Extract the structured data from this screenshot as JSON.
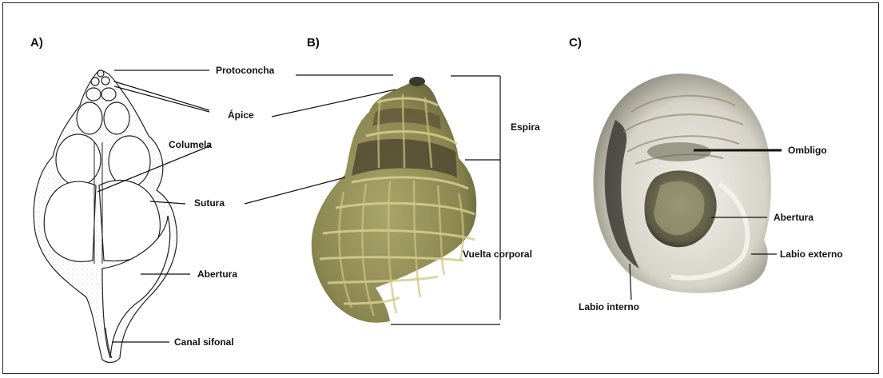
{
  "panels": {
    "a": {
      "letter": "A)",
      "labels": {
        "protoconcha": "Protoconcha",
        "apice": "Ápice",
        "columela": "Columela",
        "sutura": "Sutura",
        "abertura": "Abertura",
        "canal_sifonal": "Canal sifonal"
      }
    },
    "b": {
      "letter": "B)",
      "labels": {
        "espira": "Espira",
        "vuelta_corporal": "Vuelta corporal"
      }
    },
    "c": {
      "letter": "C)",
      "labels": {
        "ombligo": "Ombligo",
        "abertura": "Abertura",
        "labio_externo": "Labio externo",
        "labio_interno": "Labio interno"
      }
    }
  },
  "colors": {
    "line": "#111111",
    "shell_b_base": "#8c8a4e",
    "shell_b_band": "#4e4530",
    "shell_b_rib": "#d8cf8e",
    "shell_c_outer": "#d9d6cc",
    "shell_c_dark": "#3a3b33",
    "shell_c_inner": "#6f6e52"
  }
}
